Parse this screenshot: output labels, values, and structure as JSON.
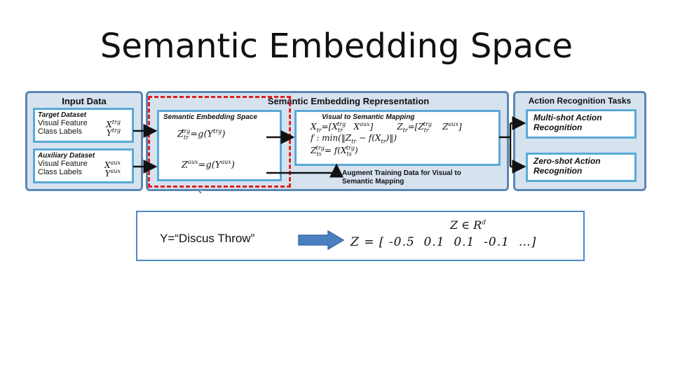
{
  "slide": {
    "title": "Semantic Embedding Space"
  },
  "diagram": {
    "input_panel": {
      "header": "Input Data",
      "target": {
        "title": "Target Dataset",
        "row1_label": "Visual Feature",
        "row1_math": "X^trg",
        "row2_label": "Class Labels",
        "row2_math": "Y^trg"
      },
      "auxiliary": {
        "title": "Auxiliary Dataset",
        "row1_label": "Visual Feature",
        "row1_math": "X^aux",
        "row2_label": "Class Labels",
        "row2_math": "Y^aux"
      }
    },
    "semantic_panel": {
      "header": "Semantic Embedding Representation",
      "space": {
        "title": "Semantic Embedding Space",
        "eq1": "Z_tr^trg = g(Y^trg)",
        "eq2": "Z^aux = g(Y^aux)"
      },
      "mapping": {
        "title": "Visual to Semantic Mapping",
        "eq1a": "X_tr = [X_tr^trg   X^aux ]",
        "eq1b": "Z_tr = [Z_tr^trg   Z^aux ]",
        "eq2": "f : min(‖Z_tr − f(X_tr)‖)",
        "eq3": "Z_ts^trg = f(X_ts^trg)"
      },
      "augment_note": "Augment Training Data for Visual to Semantic Mapping"
    },
    "tasks_panel": {
      "header": "Action Recognition Tasks",
      "task1": "Multi-shot Action Recognition",
      "task2": "Zero-shot Action Recognition"
    }
  },
  "callout": {
    "y_label": "Y=“Discus Throw”",
    "z_domain": "Z ∈ R",
    "z_domain_sup": "d",
    "z_vector": "Z = [ -0.5  0.1  0.1  -0.1  …]"
  },
  "colors": {
    "panel_fill": "#d6e3ef",
    "panel_border": "#5b87b2",
    "inner_border": "#5aa9d6",
    "highlight_dash": "#e02020",
    "arrow_fill": "#4a7fc0"
  }
}
